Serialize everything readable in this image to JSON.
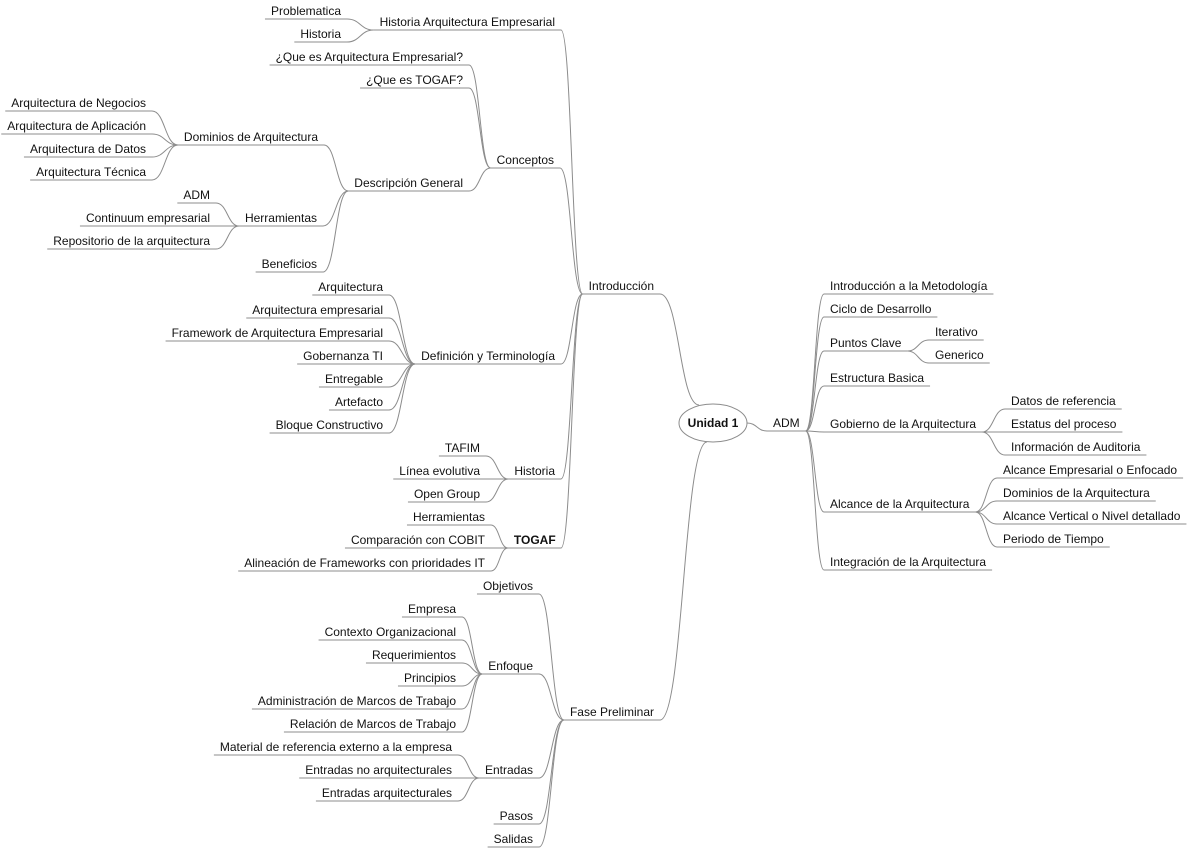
{
  "root": {
    "label": "Unidad 1"
  },
  "introduccion": {
    "label": "Introducción",
    "historia_ae": {
      "label": "Historia Arquitectura Empresarial",
      "children": [
        "Problematica",
        "Historia"
      ]
    },
    "conceptos": {
      "label": "Conceptos",
      "que_es_ae": "¿Que es Arquitectura Empresarial?",
      "que_es_togaf": "¿Que es TOGAF?",
      "descripcion": {
        "label": "Descripción General",
        "dominios": {
          "label": "Dominios de Arquitectura",
          "children": [
            "Arquitectura de Negocios",
            "Arquitectura de Aplicación",
            "Arquitectura de Datos",
            "Arquitectura Técnica"
          ]
        },
        "herramientas": {
          "label": "Herramientas",
          "children": [
            "ADM",
            "Continuum empresarial",
            "Repositorio de la arquitectura"
          ]
        },
        "beneficios": "Beneficios"
      }
    },
    "definicion": {
      "label": "Definición y Terminología",
      "children": [
        "Arquitectura",
        "Arquitectura empresarial",
        "Framework de Arquitectura Empresarial",
        "Gobernanza TI",
        "Entregable",
        "Artefacto",
        "Bloque Constructivo"
      ]
    },
    "historia": {
      "label": "Historia",
      "children": [
        "TAFIM",
        "Línea evolutiva",
        "Open Group"
      ]
    },
    "togaf": {
      "label": "TOGAF",
      "children": [
        "Herramientas",
        "Comparación con COBIT",
        "Alineación de Frameworks con prioridades IT"
      ]
    }
  },
  "fase_preliminar": {
    "label": "Fase Preliminar",
    "objetivos": "Objetivos",
    "enfoque": {
      "label": "Enfoque",
      "children": [
        "Empresa",
        "Contexto Organizacional",
        "Requerimientos",
        "Principios",
        "Administración de Marcos de Trabajo",
        "Relación de Marcos de Trabajo"
      ]
    },
    "entradas": {
      "label": "Entradas",
      "children": [
        "Material de referencia externo a la empresa",
        "Entradas no arquitecturales",
        "Entradas arquitecturales"
      ]
    },
    "pasos": "Pasos",
    "salidas": "Salidas"
  },
  "adm": {
    "label": "ADM",
    "intro_metodologia": "Introducción a la Metodología",
    "ciclo": "Ciclo de Desarrollo",
    "puntos_clave": {
      "label": "Puntos Clave",
      "children": [
        "Iterativo",
        "Generico"
      ]
    },
    "estructura": "Estructura Basica",
    "gobierno": {
      "label": "Gobierno de la Arquitectura",
      "children": [
        "Datos de referencia",
        "Estatus del proceso",
        "Información de Auditoria"
      ]
    },
    "alcance": {
      "label": "Alcance de la Arquitectura",
      "children": [
        "Alcance Empresarial o Enfocado",
        "Dominios de la Arquitectura",
        "Alcance Vertical o Nivel detallado",
        "Periodo de Tiempo"
      ]
    },
    "integracion": "Integración de la Arquitectura"
  }
}
